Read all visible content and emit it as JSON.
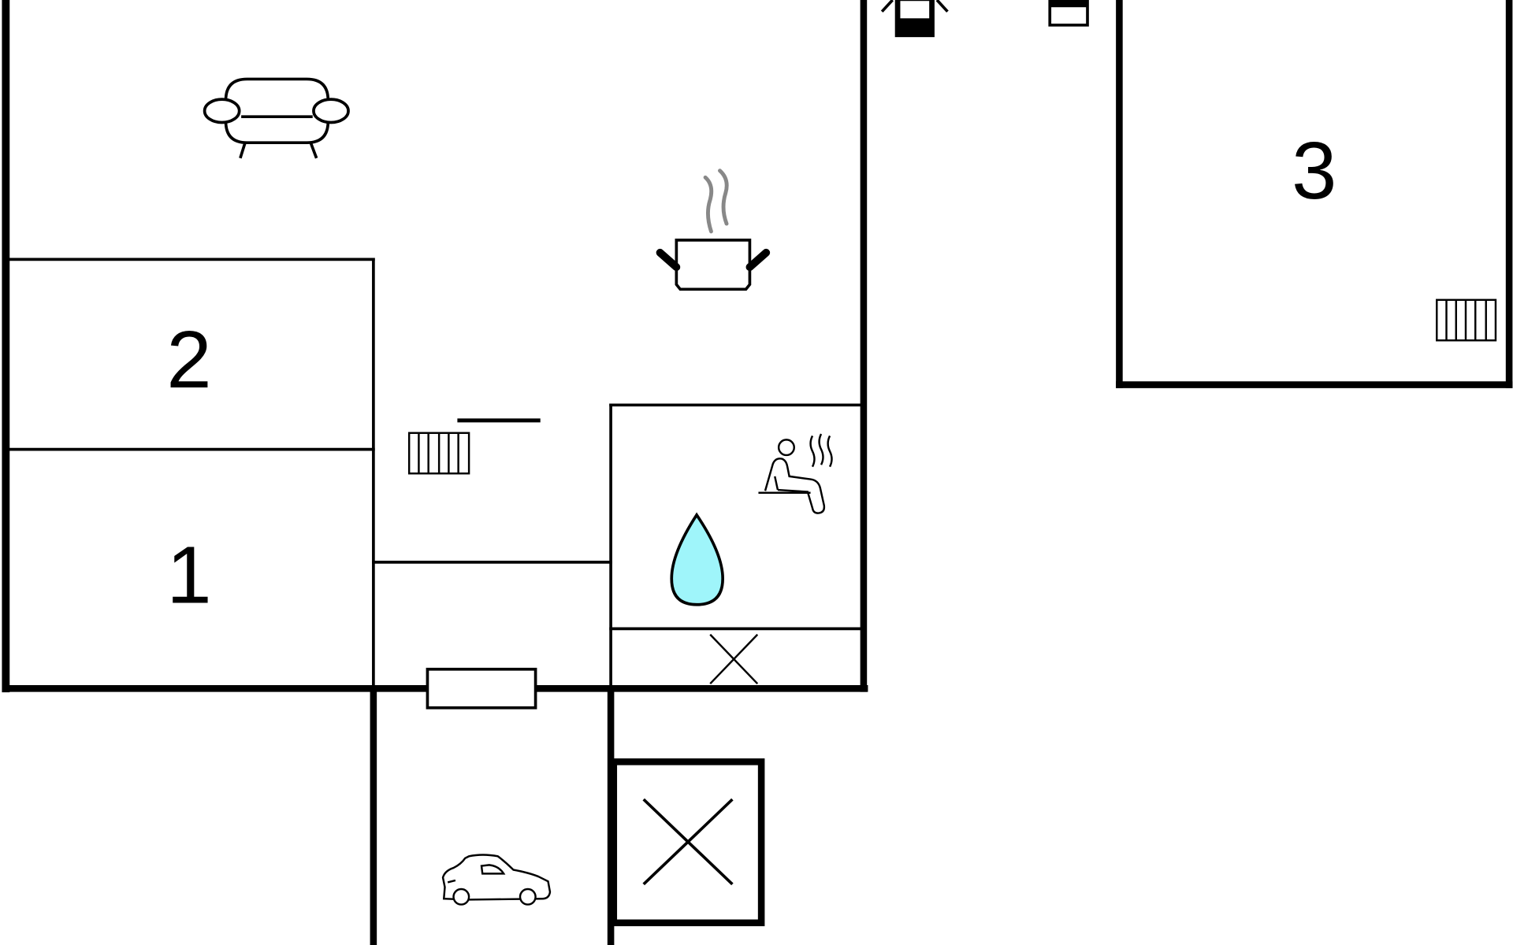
{
  "floorplan": {
    "rooms": [
      {
        "id": "bedroom-1",
        "label": "1"
      },
      {
        "id": "bedroom-2",
        "label": "2"
      },
      {
        "id": "bedroom-3",
        "label": "3"
      }
    ],
    "icons": [
      "sofa-icon",
      "cooking-pot-icon",
      "sauna-icon",
      "water-drop-icon",
      "car-icon",
      "radiator-icon",
      "lamp-icon",
      "crossed-box-icon"
    ],
    "colors": {
      "wall": "#000000",
      "water_fill": "#9FF5FA",
      "steam": "#888888",
      "background": "#FFFFFF"
    }
  }
}
